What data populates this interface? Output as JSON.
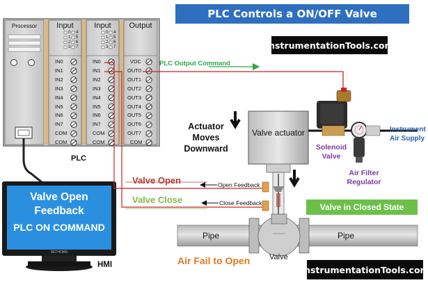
{
  "title": "PLC Controls a ON/OFF Valve",
  "site_top": "InstrumentationTools.com",
  "site_bottom": "InstrumentationTools.com",
  "plc": {
    "label": "PLC",
    "processor_label": "Processor",
    "input_label_1": "Input",
    "input_label_2": "Input",
    "output_label": "Output",
    "mini_numbers": [
      "0",
      "1",
      "2",
      "3",
      "4",
      "5",
      "6",
      "7"
    ],
    "input1_terminals": [
      "IN0",
      "IN1",
      "IN2",
      "IN3",
      "IN4",
      "IN5",
      "IN6",
      "IN7",
      "COM",
      "COM"
    ],
    "input2_terminals": [
      "IN0",
      "IN1",
      "IN2",
      "IN3",
      "IN4",
      "IN5",
      "IN6",
      "IN7",
      "COM",
      "COM"
    ],
    "output_terminals": [
      "VDC",
      "OUT0",
      "OUT1",
      "OUT2",
      "OUT3",
      "OUT4",
      "OUT5",
      "OUT6",
      "OUT7",
      "COM"
    ]
  },
  "plc_output_command": "PLC Output Command",
  "actuator_note": "Actuator\nMoves\nDownward",
  "valve_actuator": "Valve actuator",
  "solenoid_valve": "Solenoid\nValve",
  "air_filter_regulator": "Air Filter\nRegulator",
  "instrument_air_supply": "Instrument\nAir Supply",
  "valve_open": "Valve Open",
  "valve_close": "Valve Close",
  "open_feedback": "Open Feedback",
  "close_feedback": "Close Feedback",
  "valve_state": "Valve in Closed State",
  "pipe_left": "Pipe",
  "pipe_right": "Pipe",
  "valve": "Valve",
  "air_fail": "Air Fail to Open",
  "hmi": {
    "line1": "Valve Open",
    "line2": "Feedback",
    "line3": "PLC ON COMMAND",
    "brand": "SETHOMS",
    "label": "HMI"
  },
  "colors": {
    "banner_blue": "#2e6fc0",
    "command_green": "#2aa84a",
    "valve_open_red": "#b83a3a",
    "valve_close_green": "#7cbd4c",
    "state_green": "#6cc04a",
    "air_fail_orange": "#e07820",
    "purple_label": "#7a3aa8",
    "air_supply_blue": "#2b5fae",
    "hmi_blue": "#2b8fe0"
  }
}
